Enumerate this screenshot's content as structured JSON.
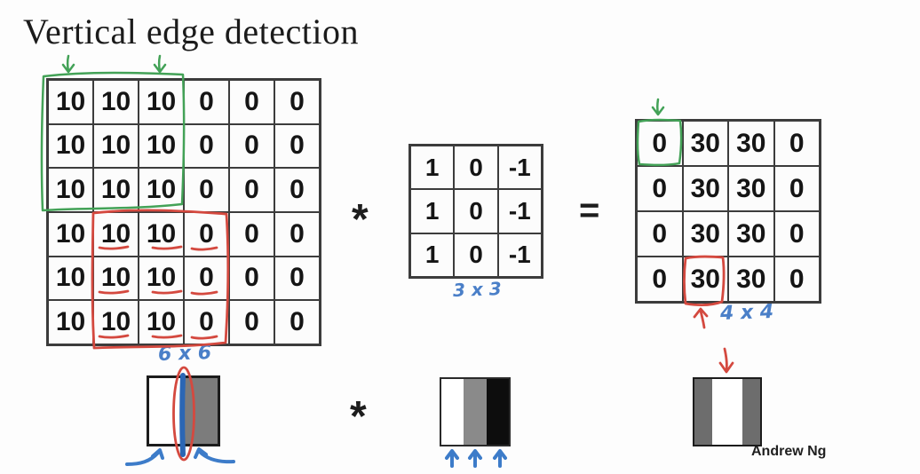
{
  "title": "Vertical edge detection",
  "attribution": "Andrew Ng",
  "operators": {
    "conv_top": "*",
    "conv_bottom": "*",
    "equals": "="
  },
  "annotations": {
    "input_dim_label": "6 x 6",
    "filter_dim_label": "3 x 3",
    "output_dim_label": "4 x 4"
  },
  "matrices": {
    "input": {
      "rows": [
        [
          10,
          10,
          10,
          0,
          0,
          0
        ],
        [
          10,
          10,
          10,
          0,
          0,
          0
        ],
        [
          10,
          10,
          10,
          0,
          0,
          0
        ],
        [
          10,
          10,
          10,
          0,
          0,
          0
        ],
        [
          10,
          10,
          10,
          0,
          0,
          0
        ],
        [
          10,
          10,
          10,
          0,
          0,
          0
        ]
      ]
    },
    "filter": {
      "rows": [
        [
          1,
          0,
          -1
        ],
        [
          1,
          0,
          -1
        ],
        [
          1,
          0,
          -1
        ]
      ]
    },
    "output": {
      "rows": [
        [
          0,
          30,
          30,
          0
        ],
        [
          0,
          30,
          30,
          0
        ],
        [
          0,
          30,
          30,
          0
        ],
        [
          0,
          30,
          30,
          0
        ]
      ]
    }
  },
  "colors": {
    "annotation_green": "#43a257",
    "annotation_red": "#d4493f",
    "annotation_blue": "#3d7cc9",
    "handwriting_blue": "#4a7fc8",
    "edge_line_blue": "#2b66b4",
    "grid_line": "#3c3c3c",
    "image_gray_half": "#7c7c7c",
    "stripe_gray": "#8a8a8a",
    "stripe_black": "#0d0d0d",
    "side_gray": "#6d6d6d"
  }
}
